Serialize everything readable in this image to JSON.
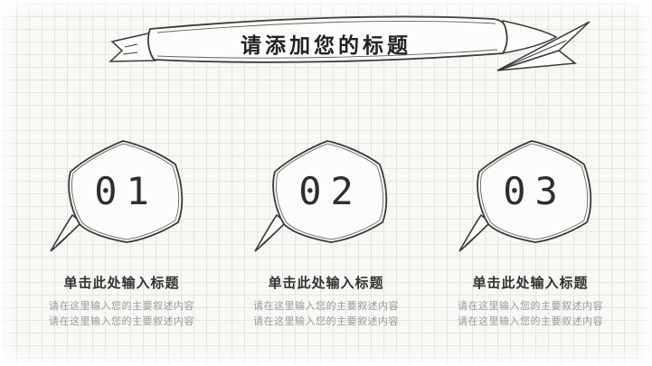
{
  "banner": {
    "title": "请添加您的标题"
  },
  "items": [
    {
      "number": "01",
      "title": "单击此处输入标题",
      "line1": "请在这里输入您的主要叙述内容",
      "line2": "请在这里输入您的主要叙述内容"
    },
    {
      "number": "02",
      "title": "单击此处输入标题",
      "line1": "请在这里输入您的主要叙述内容",
      "line2": "请在这里输入您的主要叙述内容"
    },
    {
      "number": "03",
      "title": "单击此处输入标题",
      "line1": "请在这里输入您的主要叙述内容",
      "line2": "请在这里输入您的主要叙述内容"
    }
  ],
  "icons": {
    "banner": "hand-drawn-ribbon",
    "plane": "paper-plane",
    "badge": "hand-drawn-pentagon-bubble"
  },
  "colors": {
    "ink": "#3a3a3a",
    "title_text": "#222222",
    "body_text": "#9a9a9a",
    "background": "#f8f8f5",
    "grid_line": "#e4e4df"
  }
}
